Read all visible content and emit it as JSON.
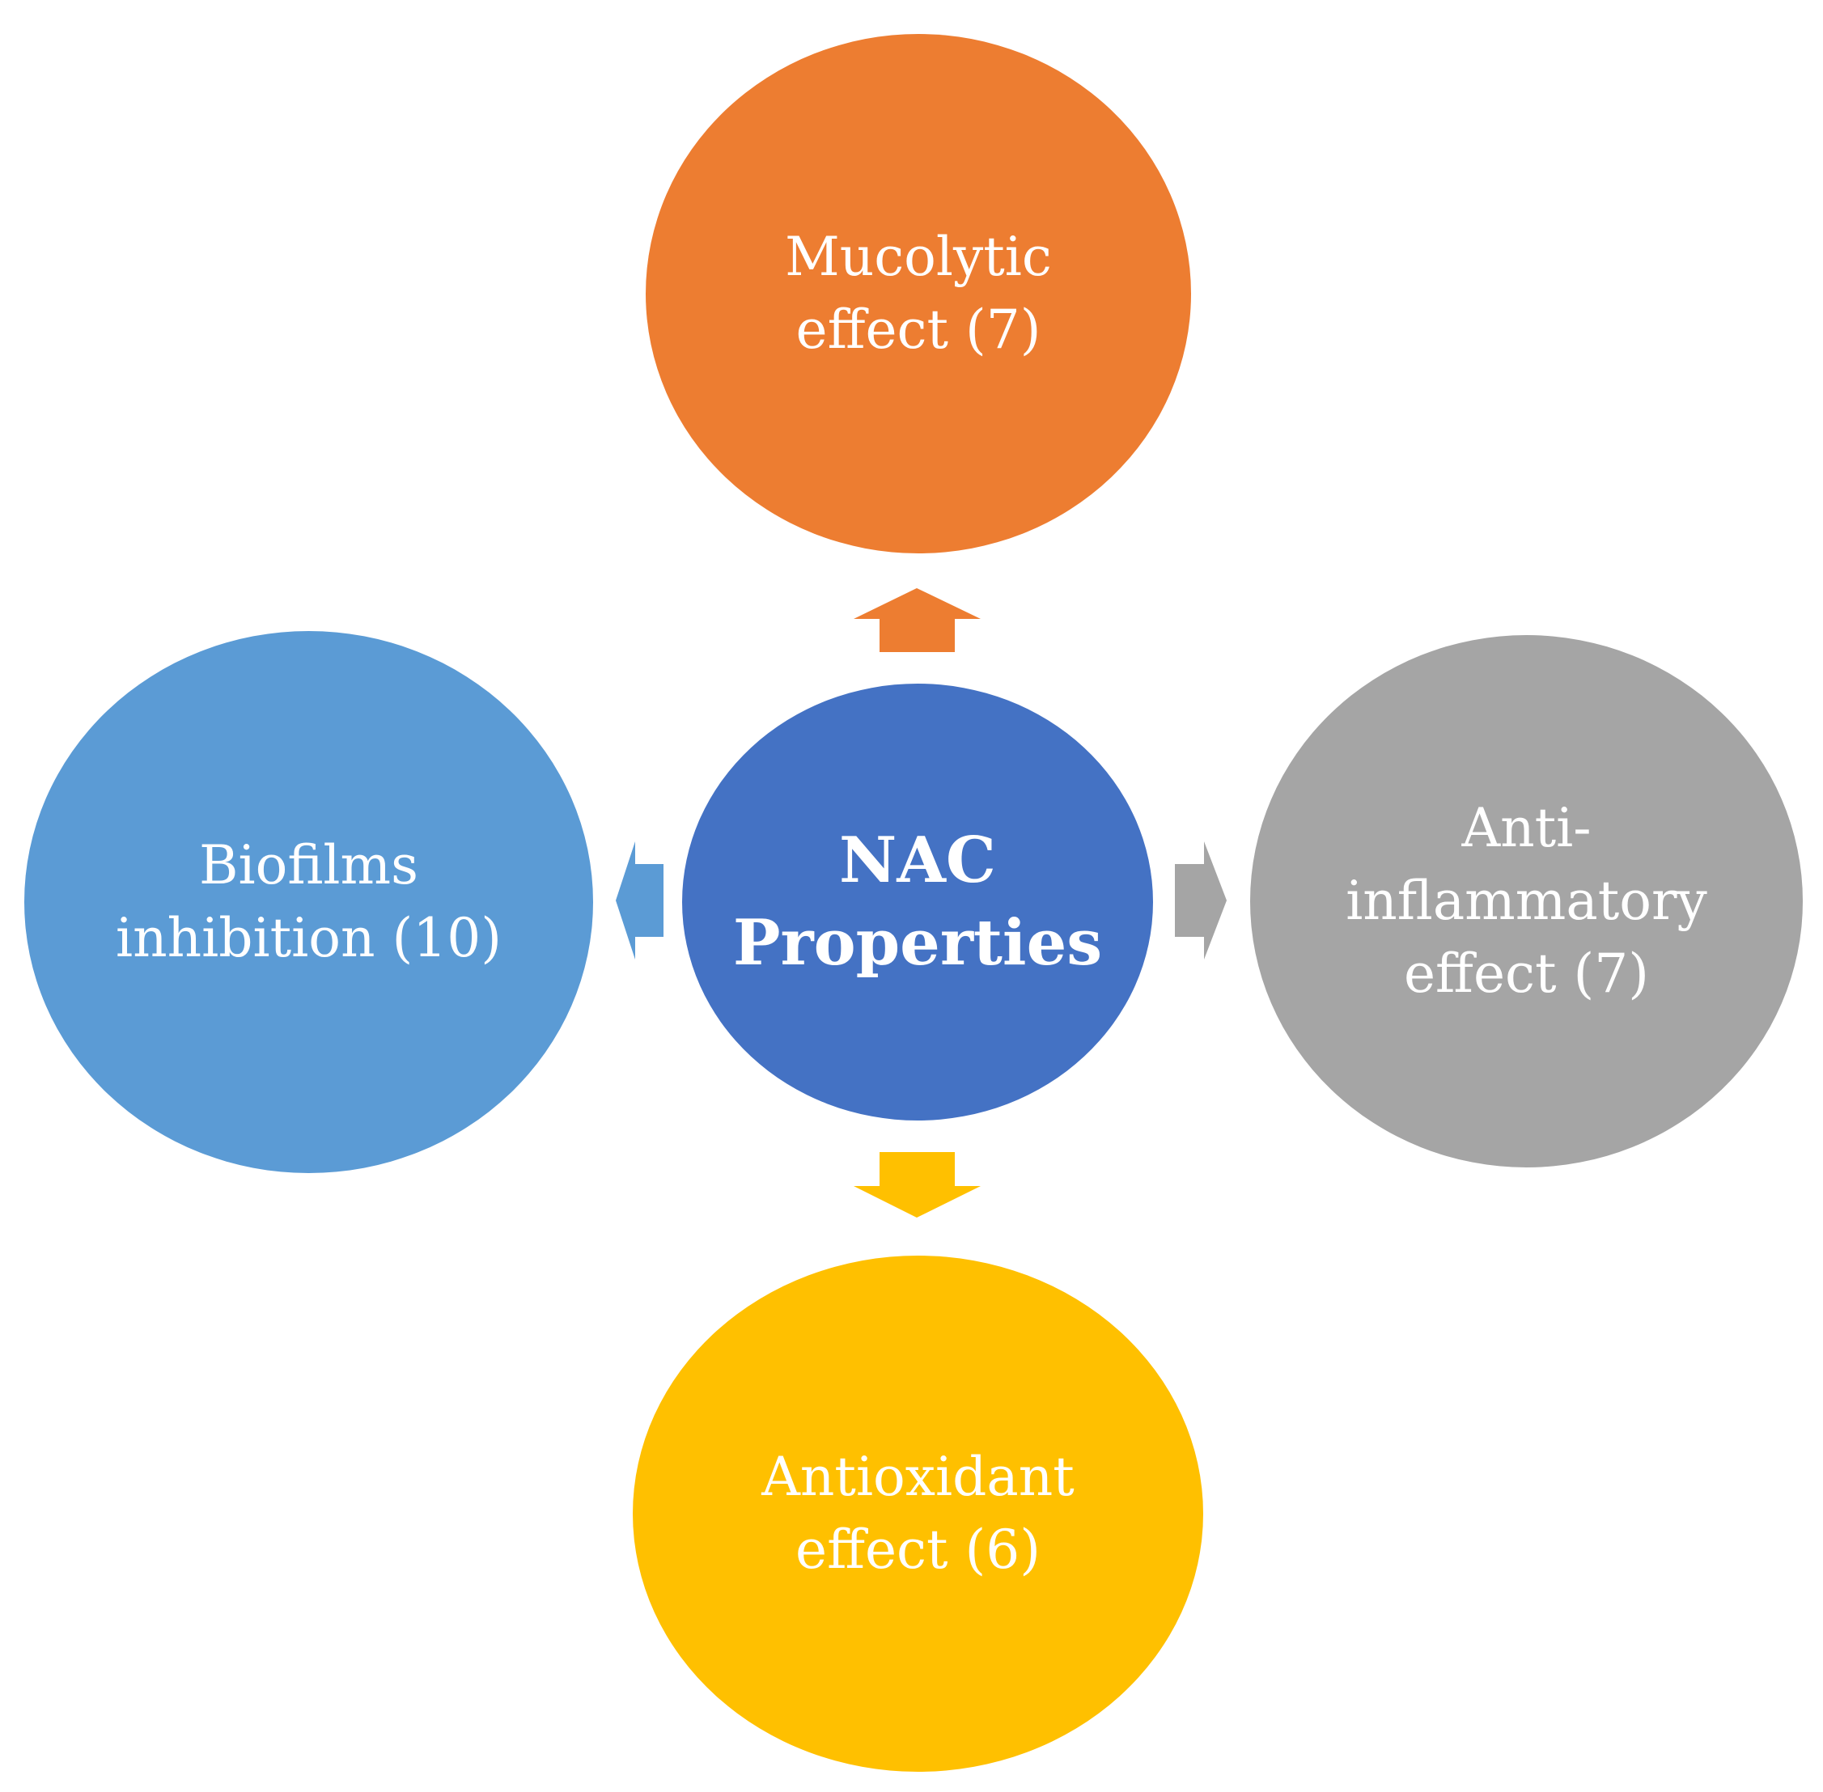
{
  "colors": {
    "top": "#ed7d31",
    "left": "#5b9bd5",
    "center": "#4472c4",
    "right": "#a5a5a5",
    "bottom": "#ffc000"
  },
  "center": {
    "label": "NAC\nProperties"
  },
  "nodes": {
    "top": {
      "label": "Mucolytic\neffect (7)"
    },
    "left": {
      "label": "Biofilms\ninhibition  (10)"
    },
    "right": {
      "label": "Anti-\ninflammatory\neffect (7)"
    },
    "bottom": {
      "label": "Antioxidant\neffect (6)"
    }
  },
  "arrows": {
    "top": {
      "icon": "arrow-up-icon"
    },
    "left": {
      "icon": "arrow-left-icon"
    },
    "right": {
      "icon": "arrow-right-icon"
    },
    "bottom": {
      "icon": "arrow-down-icon"
    }
  }
}
